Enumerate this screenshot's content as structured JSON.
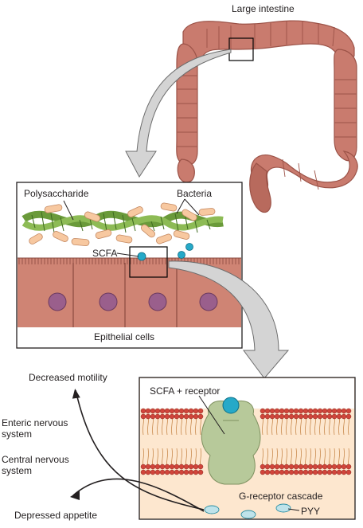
{
  "labels": {
    "large_intestine": "Large intestine",
    "polysaccharide": "Polysaccharide",
    "bacteria": "Bacteria",
    "scfa": "SCFA",
    "epithelial_cells": "Epithelial cells",
    "scfa_receptor": "SCFA + receptor",
    "g_receptor_cascade": "G-receptor cascade",
    "pyy": "PYY",
    "decreased_motility": "Decreased motility",
    "enteric_nervous_system": "Enteric nervous system",
    "central_nervous_system": "Central nervous system",
    "depressed_appetite": "Depressed appetite"
  },
  "colors": {
    "intestine": "#c97b6e",
    "intestine_dark": "#9c5348",
    "cell": "#cf8474",
    "nucleus": "#9a5f8c",
    "fiber": "#6a9a3a",
    "bacteria": "#f7c8a0",
    "scfa": "#26a9c8",
    "receptor": "#b7c99a",
    "membrane_head": "#d1453b",
    "arrow_fill": "#d4d4d4"
  }
}
